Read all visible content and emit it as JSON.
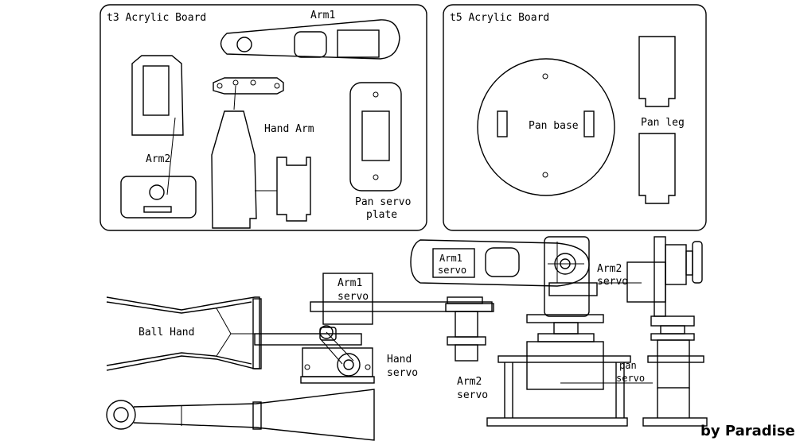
{
  "panels": {
    "t3_title": "t3 Acrylic Board",
    "t5_title": "t5 Acrylic Board"
  },
  "parts": {
    "arm1": "Arm1",
    "arm2": "Arm2",
    "hand_arm": "Hand Arm",
    "pan_servo_plate_line1": "Pan servo",
    "pan_servo_plate_line2": "plate",
    "pan_base": "Pan base",
    "pan_leg": "Pan leg"
  },
  "assembly": {
    "arm1_servo_box_line1": "Arm1",
    "arm1_servo_box_line2": "servo",
    "arm1_servo_line1": "Arm1",
    "arm1_servo_line2": "servo",
    "arm2_servo_right_line1": "Arm2",
    "arm2_servo_right_line2": "servo",
    "ball_hand": "Ball Hand",
    "hand_servo_line1": "Hand",
    "hand_servo_line2": "servo",
    "arm2_servo_mid_line1": "Arm2",
    "arm2_servo_mid_line2": "servo",
    "pan_servo_line1": "pan",
    "pan_servo_line2": "servo"
  },
  "credit": "by Paradise"
}
